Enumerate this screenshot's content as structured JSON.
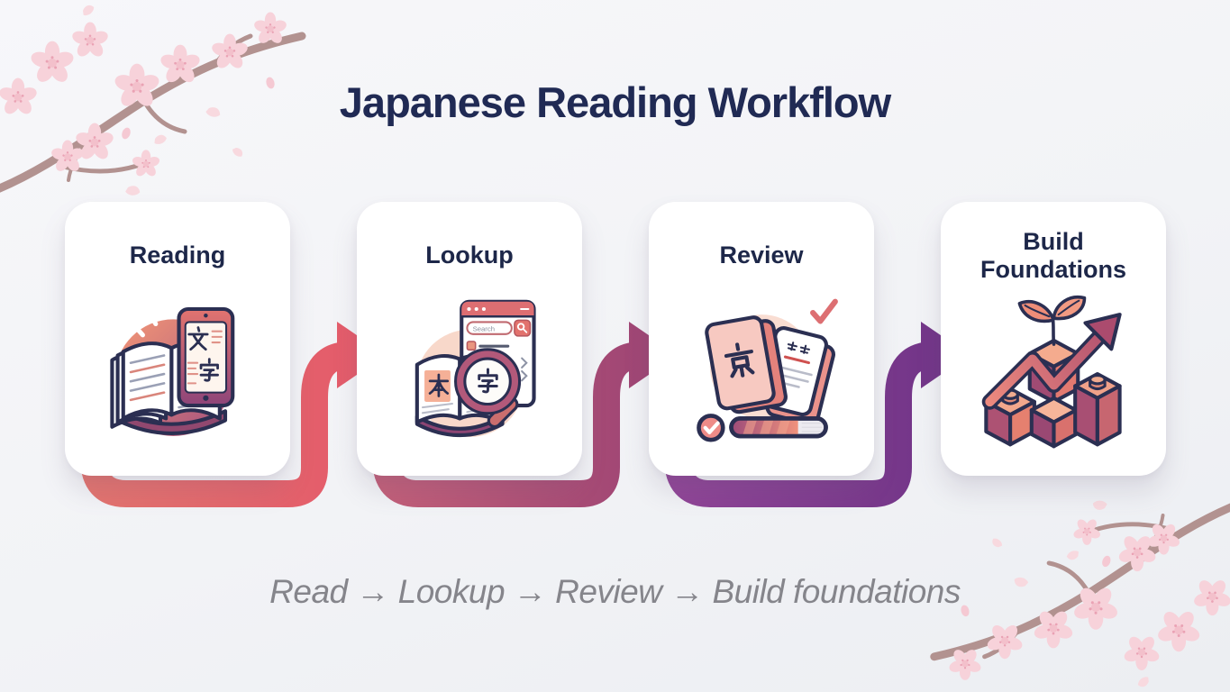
{
  "header": {
    "title": "Japanese Reading Workflow"
  },
  "steps": [
    {
      "label": "Reading",
      "icon": "book-and-tablet-icon",
      "kanji_on_tablet": "文字"
    },
    {
      "label": "Lookup",
      "icon": "dictionary-magnifier-icon",
      "kanji_on_page": "本",
      "kanji_in_lens": "字",
      "search_label": "Search"
    },
    {
      "label": "Review",
      "icon": "flashcards-progress-icon",
      "kanji_on_flashcard": "京"
    },
    {
      "label": "Build Foundations",
      "icon": "blocks-growth-icon"
    }
  ],
  "connectors": [
    {
      "name": "reading-to-lookup",
      "color_start": "#e3736e",
      "color_end": "#e4586a"
    },
    {
      "name": "lookup-to-review",
      "color_start": "#c25e78",
      "color_end": "#9a4274"
    },
    {
      "name": "review-to-build",
      "color_start": "#8f4496",
      "color_end": "#6e3386"
    }
  ],
  "footer": {
    "caption": "Read → Lookup → Review → Build foundations"
  },
  "palette": {
    "background": "#f2f3f6",
    "title_text": "#202a54",
    "card_title_text": "#1d2749",
    "caption_text": "#85858b",
    "card_background": "#ffffff",
    "outline_navy": "#2b2f52",
    "coral_accent": "#e3736e",
    "magenta_accent": "#b2597a",
    "purple_accent": "#7a3b8e",
    "blossom_petal": "#f7d2da",
    "blossom_branch": "#b29290"
  },
  "decorations": {
    "top_left": "cherry-blossom-branch",
    "bottom_right": "cherry-blossom-branch"
  }
}
